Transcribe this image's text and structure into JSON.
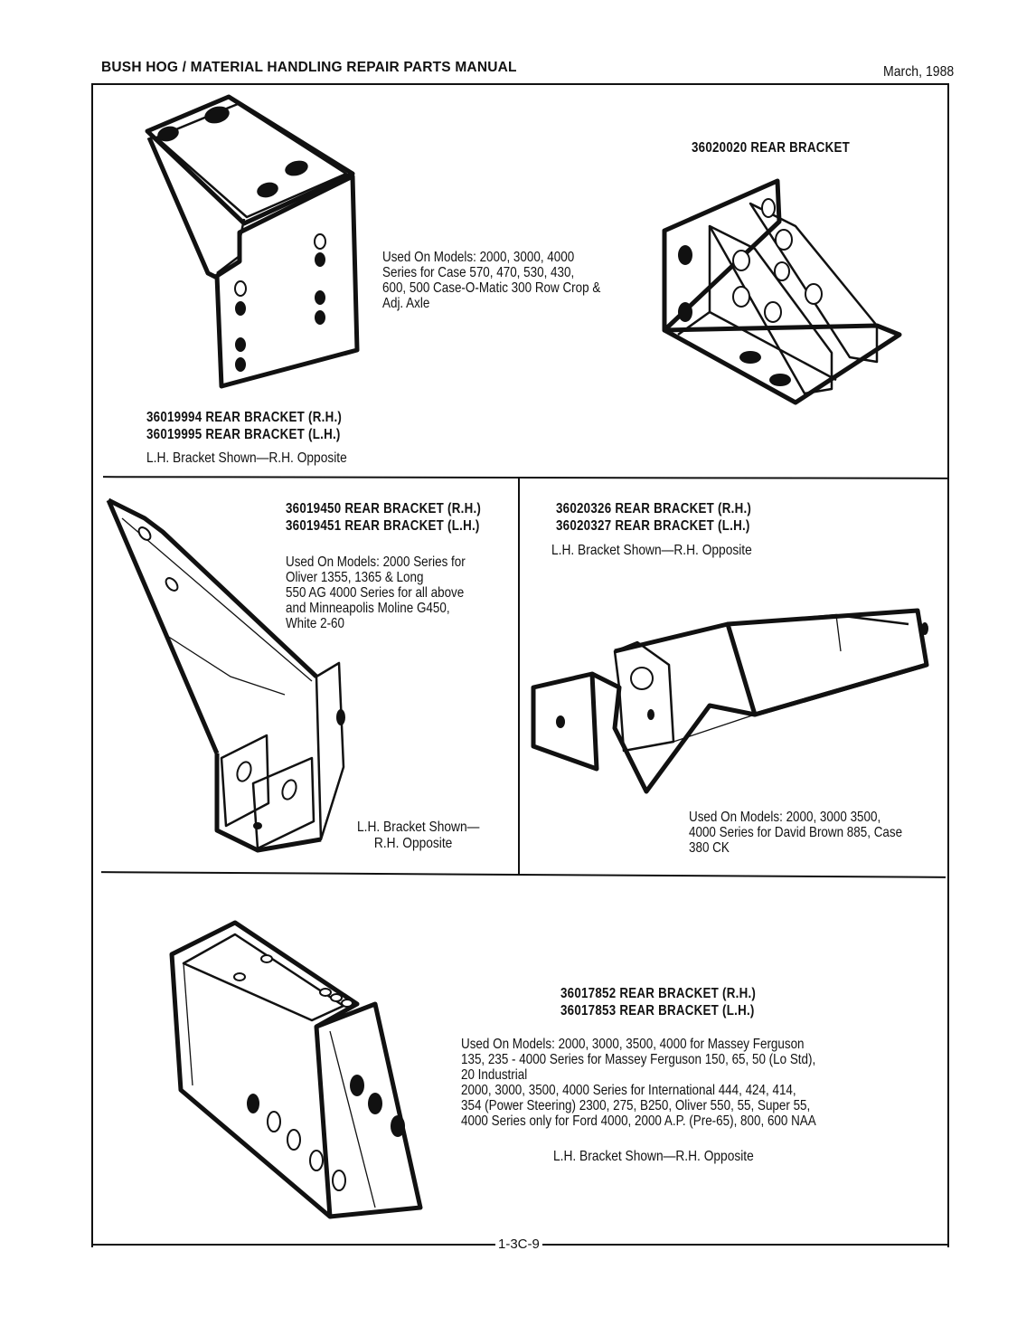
{
  "header": {
    "title": "BUSH HOG / MATERIAL HANDLING REPAIR PARTS MANUAL",
    "date": "March, 1988"
  },
  "parts": [
    {
      "id": "part-36019994",
      "titles": [
        "36019994 REAR BRACKET (R.H.)",
        "36019995 REAR BRACKET (L.H.)"
      ],
      "note": "L.H. Bracket Shown—R.H. Opposite",
      "used_on_lines": [
        "Used On Models:  2000, 3000, 4000",
        "Series for Case 570, 470, 530, 430,",
        "600, 500 Case-O-Matic 300 Row Crop &",
        "Adj. Axle"
      ]
    },
    {
      "id": "part-36020020",
      "titles": [
        "36020020 REAR BRACKET"
      ]
    },
    {
      "id": "part-36019450",
      "titles": [
        "36019450 REAR BRACKET (R.H.)",
        "36019451 REAR BRACKET (L.H.)"
      ],
      "used_on_lines": [
        "Used On Models:  2000 Series for",
        "Oliver 1355, 1365 & Long",
        "550 AG 4000 Series for all above",
        "and Minneapolis Moline G450,",
        "White 2-60"
      ],
      "note_lines": [
        "L.H. Bracket Shown—",
        "R.H. Opposite"
      ]
    },
    {
      "id": "part-36020326",
      "titles": [
        "36020326 REAR BRACKET (R.H.)",
        "36020327 REAR BRACKET (L.H.)"
      ],
      "note": "L.H. Bracket Shown—R.H. Opposite",
      "used_on_lines": [
        "Used On Models:  2000, 3000 3500,",
        "4000 Series for David Brown 885, Case",
        "380 CK"
      ]
    },
    {
      "id": "part-36017852",
      "titles": [
        "36017852 REAR BRACKET (R.H.)",
        "36017853 REAR BRACKET (L.H.)"
      ],
      "used_on_lines": [
        "Used On Models:  2000, 3000, 3500, 4000 for Massey Ferguson",
        "135, 235 - 4000 Series for Massey Ferguson 150, 65, 50 (Lo Std),",
        "20 Industrial",
        "2000, 3000, 3500, 4000 Series for International 444, 424, 414,",
        "354 (Power Steering) 2300, 275, B250, Oliver 550, 55, Super 55,",
        "4000 Series only for Ford 4000, 2000 A.P. (Pre-65), 800, 600 NAA"
      ],
      "note": "L.H. Bracket Shown—R.H. Opposite"
    }
  ],
  "footer": {
    "page_number": "1-3C-9"
  }
}
